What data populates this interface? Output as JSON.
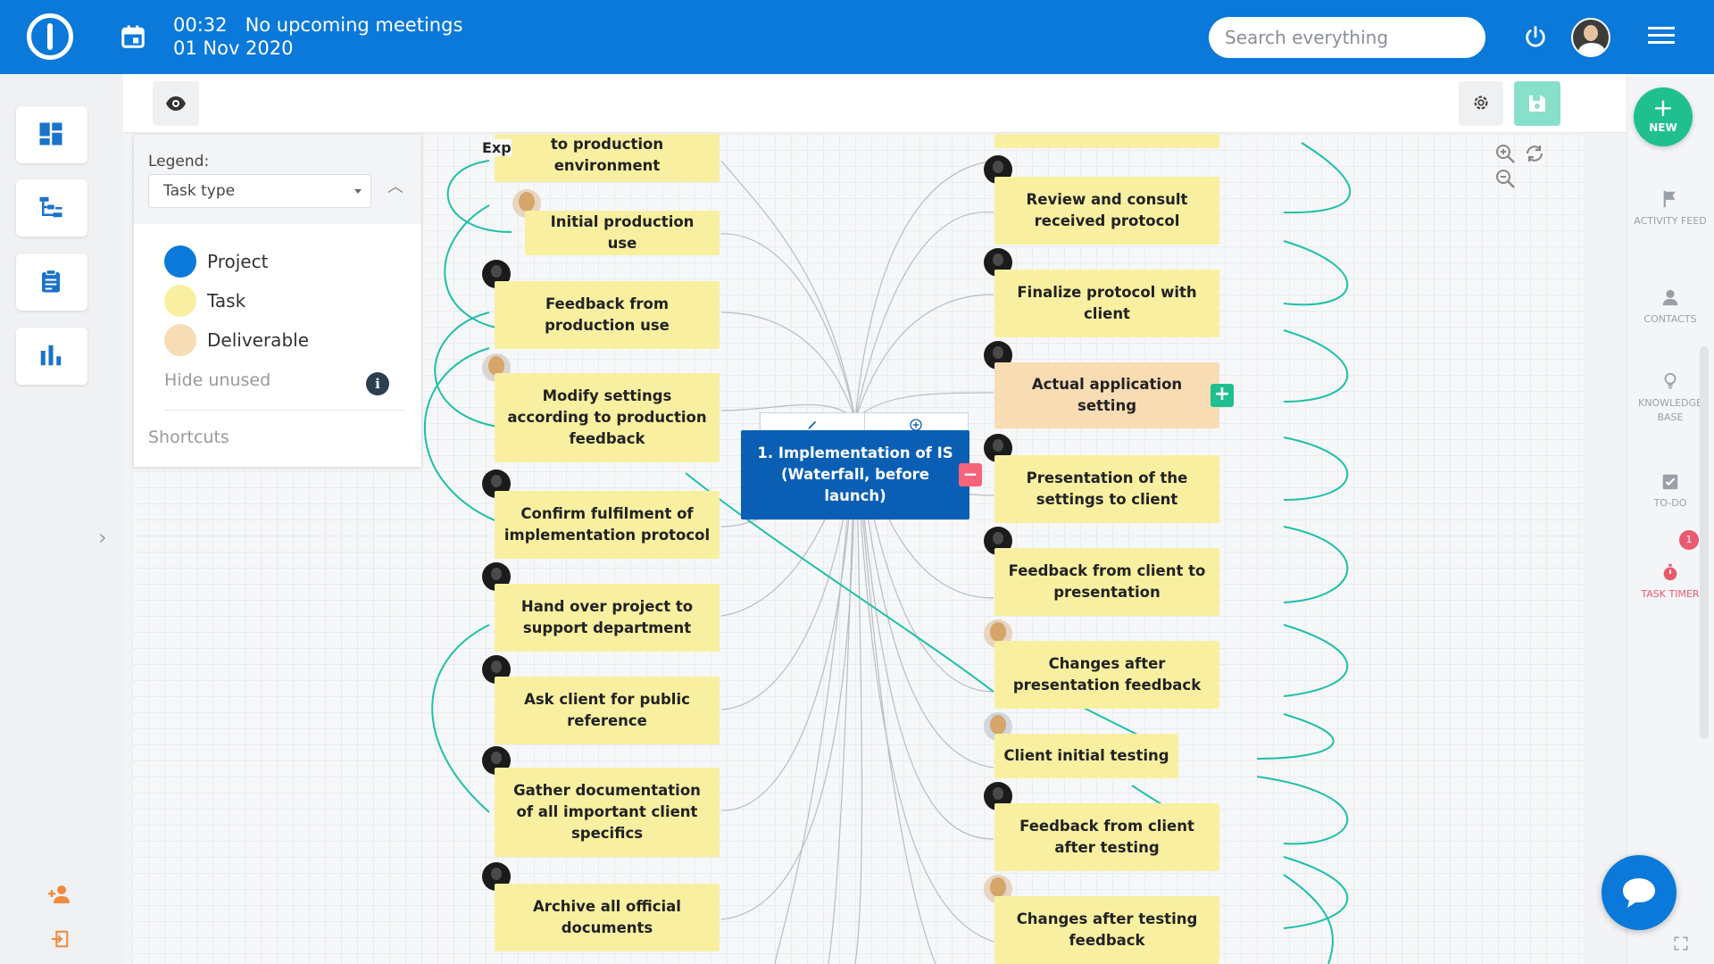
{
  "header": {
    "time": "00:32",
    "meeting_status": "No upcoming meetings",
    "date": "01 Nov 2020",
    "search_placeholder": "Search everything",
    "brand_color": "#0a79d9"
  },
  "right_sidebar": {
    "new_label": "NEW",
    "items": [
      {
        "label": "ACTIVITY FEED",
        "icon": "flag-icon"
      },
      {
        "label": "CONTACTS",
        "icon": "person-icon"
      },
      {
        "label": "KNOWLEDGE BASE",
        "icon": "lightbulb-icon"
      },
      {
        "label": "TO-DO",
        "icon": "checklist-icon"
      },
      {
        "label": "TASK TIMER",
        "icon": "stopwatch-icon"
      }
    ],
    "timer_badge": "1"
  },
  "legend": {
    "title": "Legend:",
    "select_value": "Task type",
    "items": [
      {
        "label": "Project",
        "color": "#0a79d9"
      },
      {
        "label": "Task",
        "color": "#f8f0a0"
      },
      {
        "label": "Deliverable",
        "color": "#f8dcb4"
      }
    ],
    "hide_unused": "Hide unused",
    "shortcuts": "Shortcuts"
  },
  "mindmap": {
    "center": {
      "label": "1. Implementation of IS (Waterfall, before launch)",
      "type": "Project"
    },
    "partial_label": "Exp",
    "left_nodes": [
      {
        "label": "to production environment",
        "type": "Task"
      },
      {
        "label": "Initial production use",
        "type": "Task"
      },
      {
        "label": "Feedback from production use",
        "type": "Task"
      },
      {
        "label": "Modify settings according to production feedback",
        "type": "Task"
      },
      {
        "label": "Confirm fulfilment of implementation protocol",
        "type": "Task"
      },
      {
        "label": "Hand over project to support department",
        "type": "Task"
      },
      {
        "label": "Ask client for public reference",
        "type": "Task"
      },
      {
        "label": "Gather documentation of all important client specifics",
        "type": "Task"
      },
      {
        "label": "Archive all official documents",
        "type": "Task"
      }
    ],
    "right_nodes": [
      {
        "label": "Review and consult received protocol",
        "type": "Task"
      },
      {
        "label": "Finalize protocol with client",
        "type": "Task"
      },
      {
        "label": "Actual application setting",
        "type": "Deliverable"
      },
      {
        "label": "Presentation of the settings to client",
        "type": "Task"
      },
      {
        "label": "Feedback from client to presentation",
        "type": "Task"
      },
      {
        "label": "Changes after presentation feedback",
        "type": "Task"
      },
      {
        "label": "Client initial testing",
        "type": "Task"
      },
      {
        "label": "Feedback from client after testing",
        "type": "Task"
      },
      {
        "label": "Changes after testing feedback",
        "type": "Task"
      }
    ],
    "colors": {
      "task": "#f8f0a0",
      "deliverable": "#f8dcb4",
      "project": "#0a5fb5",
      "dependency": "#1fbfa8"
    }
  }
}
